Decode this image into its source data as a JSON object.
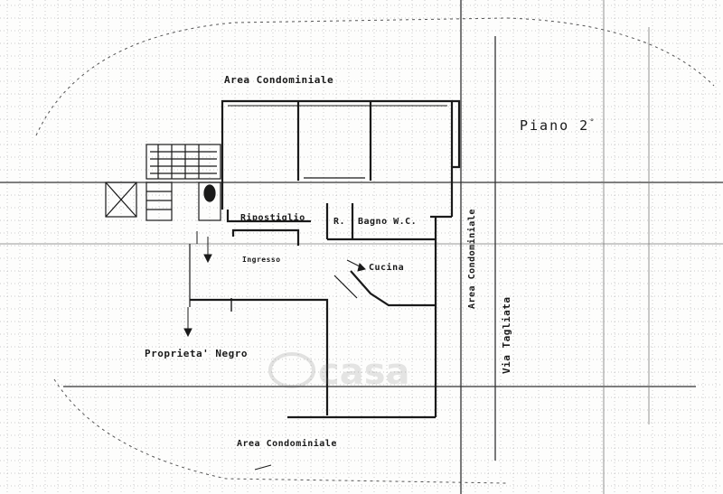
{
  "floor_label": "Piano 2",
  "floor_label_suffix": "°",
  "rooms": {
    "ripostiglio": "Ripostiglio",
    "r": "R.",
    "bagno": "Bagno W.C.",
    "cucina": "Cucina",
    "ingresso": "Ingresso"
  },
  "areas": {
    "top": "Area Condominiale",
    "right": "Area Condominiale",
    "bottom": "Area Condominiale",
    "left": "Proprieta' Negro"
  },
  "street": "Via Tagliata",
  "watermark": "casa",
  "colors": {
    "ink": "#1a1a1a",
    "grid": "#9a9a9a",
    "paper": "#fdfdfc"
  }
}
